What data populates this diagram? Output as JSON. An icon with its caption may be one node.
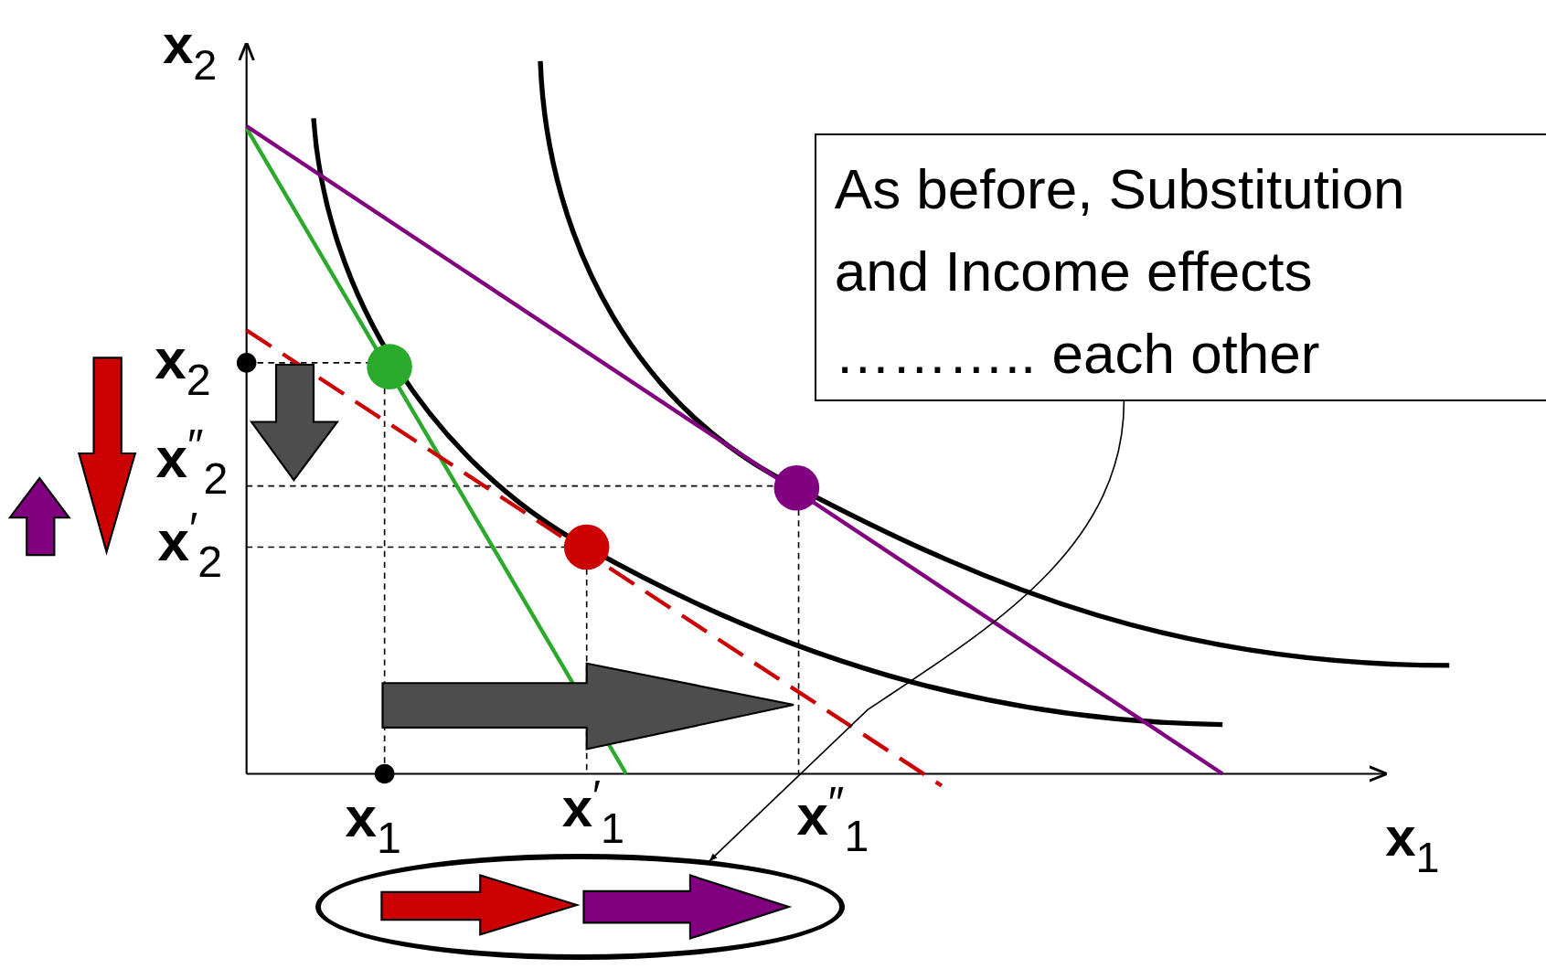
{
  "diagram": {
    "nodes": [
      {
        "text": [
          "As before, Substitution and Income effects ……….. each other"
        ]
      },
      {
        "text": [],
        "shape": "ellipse"
      }
    ],
    "edges": [
      {
        "from": 0,
        "to": 1,
        "arrow": "to"
      }
    ],
    "labels": [
      "x$_{2}$",
      "x$_{2}$",
      "x$^{″}$$_{2}$",
      "x$^{′}$$_{2}$",
      "x$_{1}$",
      "x$^{′}$$_{1}$",
      "x$^{″}$$_{1}$",
      "x$_{1}$"
    ]
  }
}
